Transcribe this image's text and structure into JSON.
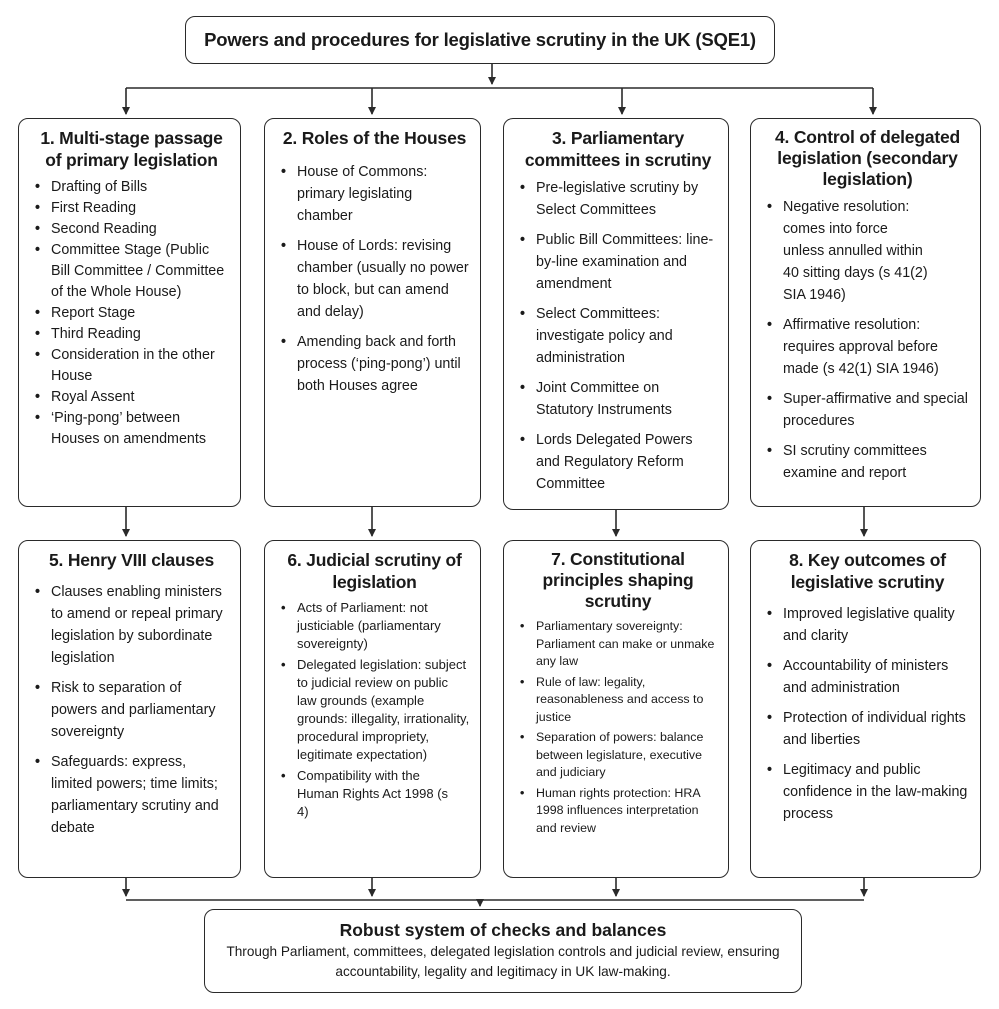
{
  "title": "Powers and procedures for legislative scrutiny in the UK (SQE1)",
  "boxes": [
    {
      "heading": "1. Multi-stage passage of primary legislation",
      "items": [
        "Drafting of Bills",
        "First Reading",
        "Second Reading",
        "Committee Stage (Public Bill Committee / Committee of the Whole House)",
        "Report Stage",
        "Third Reading",
        "Consideration in the other House",
        "Royal Assent",
        "‘Ping-pong’ between Houses on amendments"
      ]
    },
    {
      "heading": "2. Roles of the Houses",
      "items": [
        "House of Commons: primary legislating chamber",
        "House of Lords: revising chamber (usually no power to block, but can amend and delay)",
        "Amending back and forth process (‘ping-pong’) until both Houses agree"
      ]
    },
    {
      "heading": "3. Parliamentary committees in scrutiny",
      "items": [
        "Pre-legislative scrutiny by Select Committees",
        "Public Bill Committees: line-by-line examination and amendment",
        "Select Committees: investigate policy and administration",
        "Joint Committee on Statutory Instruments",
        "Lords Delegated Powers and Regulatory Reform Committee"
      ]
    },
    {
      "heading": "4. Control of delegated legislation (secondary legislation)",
      "items": [
        "Negative resolution: comes into force unless annulled within 40 sitting days (s 41(2) SIA 1946)",
        "Affirmative resolution: requires approval before made (s 42(1) SIA 1946)",
        "Super-affirmative and special procedures",
        "SI scrutiny committees examine and report"
      ]
    },
    {
      "heading": "5. Henry VIII clauses",
      "items": [
        "Clauses enabling ministers to amend or repeal primary legislation by subordinate legislation",
        "Risk to separation of powers and parliamentary sovereignty",
        "Safeguards: express, limited powers; time limits; parliamentary scrutiny and debate"
      ]
    },
    {
      "heading": "6. Judicial scrutiny of legislation",
      "items": [
        "Acts of Parliament: not justiciable (parliamentary sovereignty)",
        "Delegated legislation: subject to judicial review on public law grounds (example grounds: illegality, irrationality, procedural impropriety, legitimate expectation)",
        "Compatibility with the Human Rights Act 1998 (s 4)"
      ]
    },
    {
      "heading": "7. Constitutional principles shaping scrutiny",
      "items": [
        "Parliamentary sovereignty: Parliament can make or unmake any law",
        "Rule of law: legality, reasonableness and access to justice",
        "Separation of powers: balance between legislature, executive and judiciary",
        "Human rights protection: HRA 1998 influences interpretation and review"
      ]
    },
    {
      "heading": "8. Key outcomes of legislative scrutiny",
      "items": [
        "Improved legislative quality and clarity",
        "Accountability of ministers and administration",
        "Protection of individual rights and liberties",
        "Legitimacy and public confidence in the law-making process"
      ]
    }
  ],
  "conclusion": {
    "title": "Robust system of checks and balances",
    "text": "Through Parliament, committees, delegated legislation controls and judicial review, ensuring accountability, legality and legitimacy in UK law-making."
  }
}
